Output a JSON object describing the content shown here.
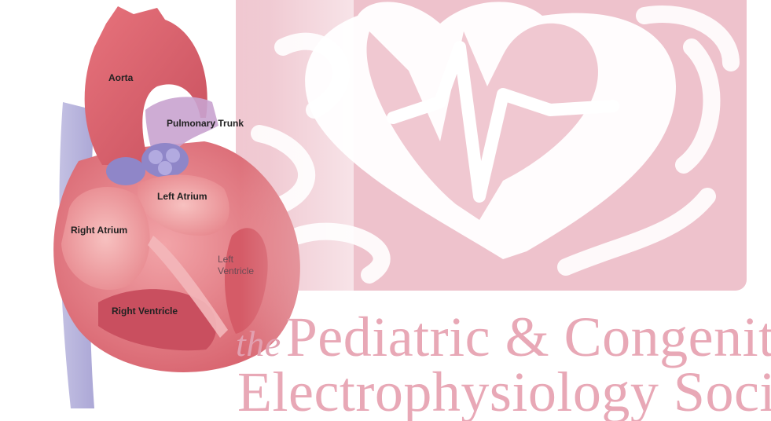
{
  "brand": {
    "organization_line_1_prefix": "the",
    "organization_line_1": "Pediatric & Congenital",
    "organization_line_2": "Electrophysiology Society",
    "logo_icon": "heart-with-ecg-trace-icon",
    "brand_color": "#e8a8b6"
  },
  "heart_diagram": {
    "labels": {
      "aorta": "Aorta",
      "pulmonary_trunk": "Pulmonary Trunk",
      "left_atrium": "Left Atrium",
      "right_atrium": "Right Atrium",
      "left_ventricle": "Left Ventricle",
      "right_ventricle": "Right Ventricle"
    },
    "colors": {
      "muscle": "#e57a85",
      "chamber": "#f0a8a8",
      "vessel": "#b8a8d8"
    }
  }
}
